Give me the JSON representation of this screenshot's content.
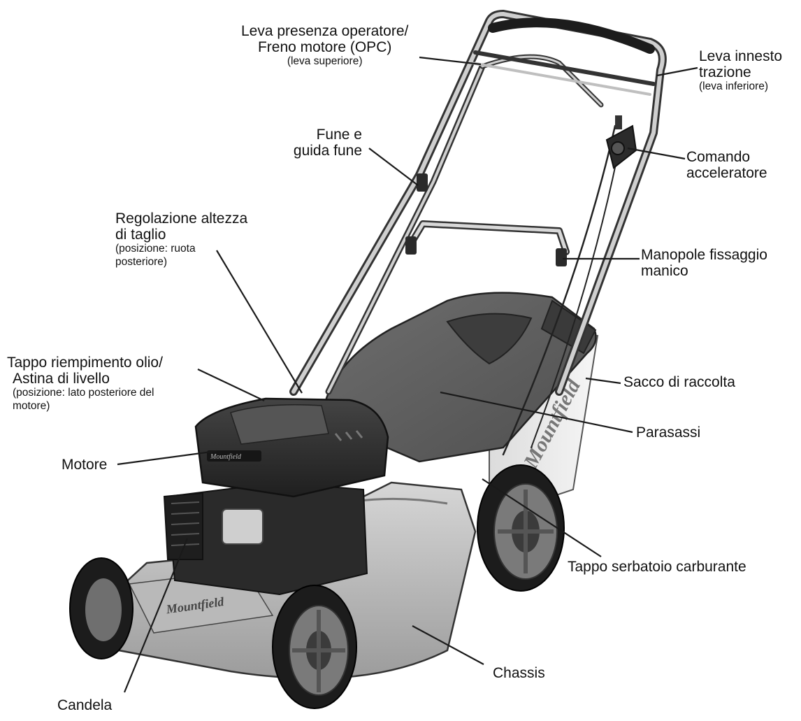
{
  "colors": {
    "line": "#1a1a1a",
    "body_dark": "#2c2c2c",
    "body_mid": "#4a4a4a",
    "body_light": "#6b6b6b",
    "metal": "#c8c8c8",
    "metal_dark": "#8a8a8a",
    "bag": "#ececec"
  },
  "labels": {
    "opc": {
      "line1": "Leva presenza operatore/",
      "line2": "Freno motore (OPC)",
      "note": "(leva superiore)"
    },
    "drive": {
      "line1": "Leva innesto",
      "line2": "trazione",
      "note": "(leva inferiore)"
    },
    "cable": {
      "line1": "Fune e",
      "line2": "guida fune"
    },
    "throttle": {
      "line1": "Comando",
      "line2": "acceleratore"
    },
    "height": {
      "line1": "Regolazione altezza",
      "line2": "di taglio",
      "note1": "(posizione: ruota",
      "note2": "posteriore)"
    },
    "knobs": {
      "line1": "Manopole fissaggio",
      "line2": "manico"
    },
    "oil": {
      "line1": "Tappo riempimento olio/",
      "line2": "Astina di livello",
      "note1": "(posizione: lato posteriore del",
      "note2": "motore)"
    },
    "bag": {
      "text": "Sacco di raccolta"
    },
    "flap": {
      "text": "Parasassi"
    },
    "engine": {
      "text": "Motore"
    },
    "fuel": {
      "text": "Tappo serbatoio carburante"
    },
    "chassis": {
      "text": "Chassis"
    },
    "plug": {
      "text": "Candela"
    }
  },
  "brand": {
    "bag_text": "Mountfield",
    "deck_text": "Mountfield",
    "engine_text": "Mountfield"
  }
}
